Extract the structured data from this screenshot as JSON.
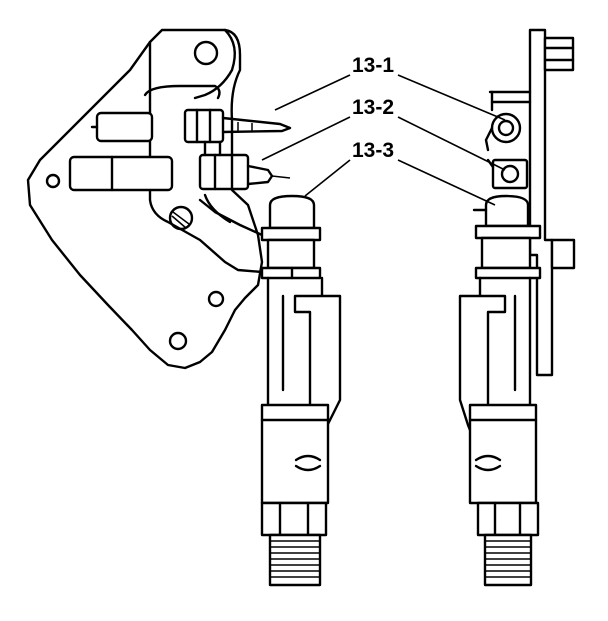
{
  "callouts": [
    {
      "id": "13-1",
      "label": "13-1"
    },
    {
      "id": "13-2",
      "label": "13-2"
    },
    {
      "id": "13-3",
      "label": "13-3"
    }
  ]
}
